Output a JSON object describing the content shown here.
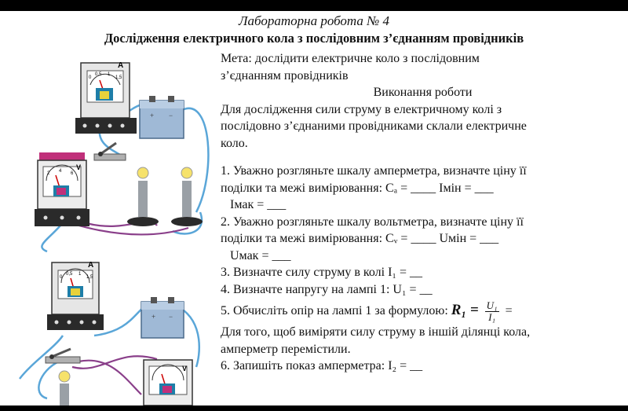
{
  "header": {
    "lab_number": "Лабораторна робота № 4",
    "lab_title": "Дослідження електричного кола з послідовним з’єднанням провідників"
  },
  "figure": {
    "ammeter_label": "A",
    "voltmeter_label": "V",
    "ammeter_scale": [
      "0",
      "0,5",
      "1",
      "1,5"
    ],
    "voltmeter_scale": [
      "2",
      "4",
      "6"
    ],
    "colors": {
      "wire": "#5aa6d8",
      "wire_purple": "#8a3f8a",
      "voltmeter_top": "#c0307a",
      "meter_base": "#2a2a2a",
      "battery": "#9fb9d6",
      "socket": "#9aa0a6"
    }
  },
  "text": {
    "aim_line1": "Мета: дослідити електричне коло з послідовним",
    "aim_line2": "з’єднанням провідників",
    "section_title": "Виконання роботи",
    "intro_line1": "Для дослідження сили струму в електричному колі з",
    "intro_line2": "послідовно з’єднаними провідниками склали електричне",
    "intro_line3": "коло.",
    "task1_line1": "1. Уважно розгляньте шкалу амперметра, визначте ціну її",
    "task1_line2": "поділки та межі вимірювання: Cₐ = ____ Iмін = ___",
    "task1_line3": "Iмак = ___",
    "task2_line1": "2. Уважно розгляньте шкалу вольтметра, визначте ціну її",
    "task2_line2": "поділки та межі вимірювання: Cᵥ = ____ Uмін = ___",
    "task2_line3": "Uмак = ___",
    "task3": "3. Визначте силу струму в колі I₁ = __",
    "task4": "4. Визначте напругу на лампі 1: U₁ = __",
    "task5_prefix": "5. Обчисліть опір на лампі 1 за формулою:",
    "task5_lhs": "R₁ =",
    "task5_num": "U₁",
    "task5_den": "I₁",
    "task5_eq": "=",
    "note_line1": "Для того, щоб виміряти силу струму в іншій ділянці кола,",
    "note_line2": "амперметр перемістили.",
    "task6": "6. Запишіть показ амперметра: I₂ = __"
  }
}
